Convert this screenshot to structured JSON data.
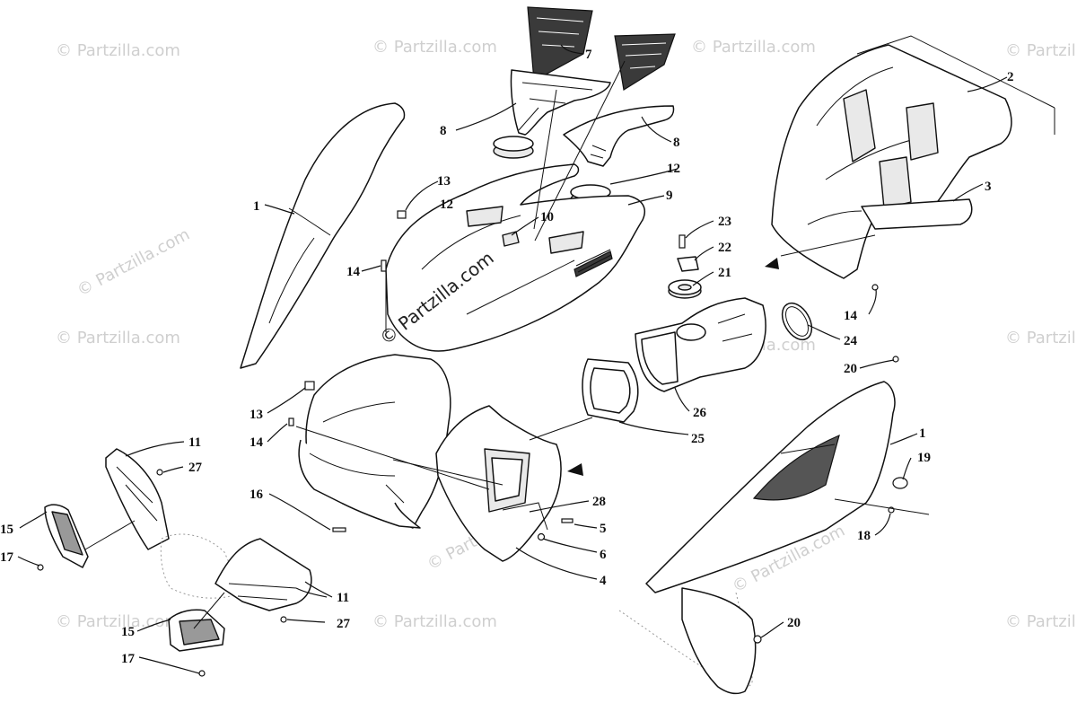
{
  "watermarks": {
    "repeat": "© Partzilla.com",
    "center": "© Partzilla.com"
  },
  "callouts": [
    {
      "id": "c1a",
      "label": "1"
    },
    {
      "id": "c1b",
      "label": "1"
    },
    {
      "id": "c2",
      "label": "2"
    },
    {
      "id": "c3",
      "label": "3"
    },
    {
      "id": "c4",
      "label": "4"
    },
    {
      "id": "c5",
      "label": "5"
    },
    {
      "id": "c6",
      "label": "6"
    },
    {
      "id": "c7",
      "label": "7"
    },
    {
      "id": "c8a",
      "label": "8"
    },
    {
      "id": "c8b",
      "label": "8"
    },
    {
      "id": "c9",
      "label": "9"
    },
    {
      "id": "c10",
      "label": "10"
    },
    {
      "id": "c11a",
      "label": "11"
    },
    {
      "id": "c11b",
      "label": "11"
    },
    {
      "id": "c12a",
      "label": "12"
    },
    {
      "id": "c12b",
      "label": "12"
    },
    {
      "id": "c13a",
      "label": "13"
    },
    {
      "id": "c13b",
      "label": "13"
    },
    {
      "id": "c14a",
      "label": "14"
    },
    {
      "id": "c14b",
      "label": "14"
    },
    {
      "id": "c14c",
      "label": "14"
    },
    {
      "id": "c15a",
      "label": "15"
    },
    {
      "id": "c15b",
      "label": "15"
    },
    {
      "id": "c16",
      "label": "16"
    },
    {
      "id": "c17a",
      "label": "17"
    },
    {
      "id": "c17b",
      "label": "17"
    },
    {
      "id": "c18",
      "label": "18"
    },
    {
      "id": "c19",
      "label": "19"
    },
    {
      "id": "c20a",
      "label": "20"
    },
    {
      "id": "c20b",
      "label": "20"
    },
    {
      "id": "c21",
      "label": "21"
    },
    {
      "id": "c22",
      "label": "22"
    },
    {
      "id": "c23",
      "label": "23"
    },
    {
      "id": "c24",
      "label": "24"
    },
    {
      "id": "c25",
      "label": "25"
    },
    {
      "id": "c26",
      "label": "26"
    },
    {
      "id": "c27a",
      "label": "27"
    },
    {
      "id": "c27b",
      "label": "27"
    },
    {
      "id": "c28",
      "label": "28"
    }
  ]
}
